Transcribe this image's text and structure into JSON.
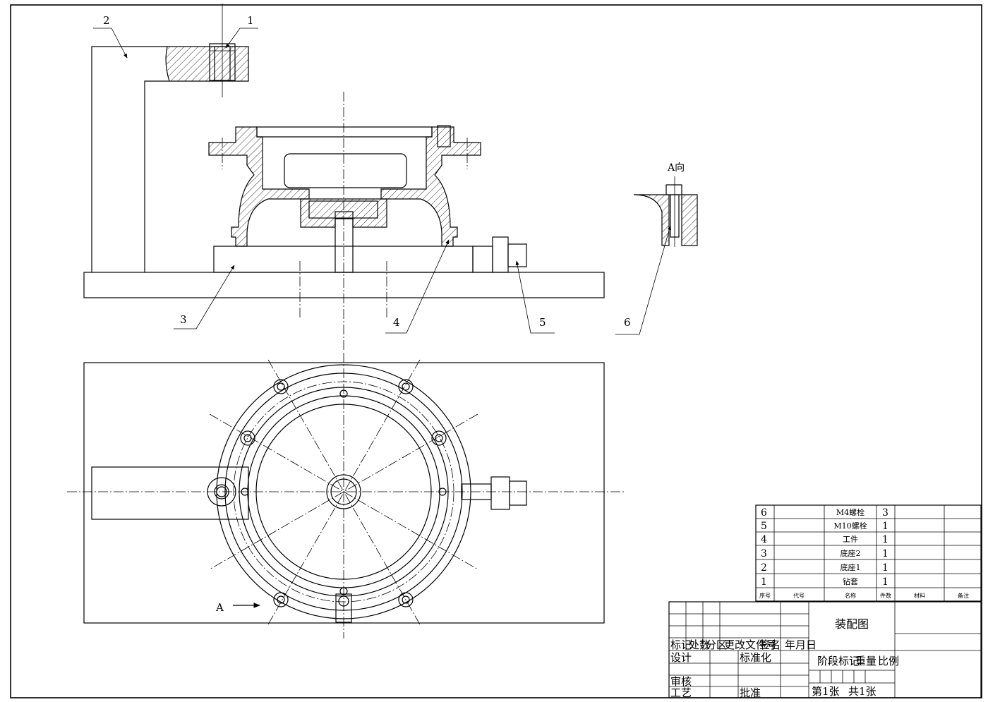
{
  "drawing": {
    "balloons": [
      "1",
      "2",
      "3",
      "4",
      "5",
      "6"
    ],
    "view_label": "A向",
    "arrow_label": "A"
  },
  "bom": {
    "rows": [
      {
        "no": "6",
        "code": "",
        "name": "M4螺栓",
        "qty": "3",
        "material": "",
        "remark": ""
      },
      {
        "no": "5",
        "code": "",
        "name": "M10螺栓",
        "qty": "1",
        "material": "",
        "remark": ""
      },
      {
        "no": "4",
        "code": "",
        "name": "工件",
        "qty": "1",
        "material": "",
        "remark": ""
      },
      {
        "no": "3",
        "code": "",
        "name": "底座2",
        "qty": "1",
        "material": "",
        "remark": ""
      },
      {
        "no": "2",
        "code": "",
        "name": "底座1",
        "qty": "1",
        "material": "",
        "remark": ""
      },
      {
        "no": "1",
        "code": "",
        "name": "钻套",
        "qty": "1",
        "material": "",
        "remark": ""
      }
    ],
    "header": {
      "no": "序号",
      "code": "代号",
      "name": "名称",
      "qty": "件数",
      "material": "材料",
      "remark": "备注"
    }
  },
  "title_block": {
    "title": "装配图",
    "rev_labels": [
      "标记",
      "处数",
      "分区",
      "更改文件号",
      "签名",
      "年月日"
    ],
    "design": "设计",
    "standardize": "标准化",
    "stage_mark": "阶段标记",
    "weight": "重量",
    "scale": "比例",
    "review": "审核",
    "process": "工艺",
    "approve": "批准",
    "sheet_no": "第1张",
    "sheet_total": "共1张"
  }
}
